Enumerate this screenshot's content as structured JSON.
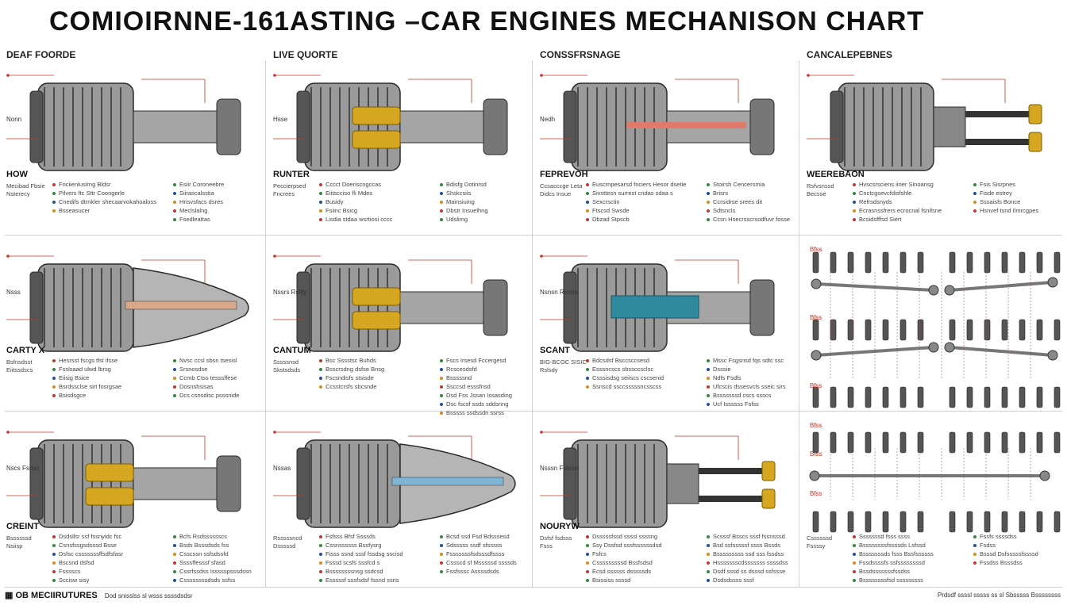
{
  "title": "COMIOIRNNE-161ASTING –CAR ENGINES MECHANISON CHART",
  "panels": [
    {
      "header": "DEAF FOORDE",
      "part_label": "Nonn",
      "section": "HOW",
      "notes_left": [
        "Mecibad Fbsie",
        "Nsterecy"
      ],
      "notes_mid": [
        "Fnciienlusirng Bldsr",
        "Pilvers ftc Sttr Coongerle",
        "Cnedifs dtrnkler shecaarvokahoaloss",
        "Bsseasucer"
      ],
      "notes_right": [
        "Esiir Coroneebre",
        "Siirascalsstia",
        "Hrisvsfacs dsres",
        "Meclslalng",
        "Fsedleattas"
      ]
    },
    {
      "header": "LIVE QUORTE",
      "part_label": "Hsse",
      "section": "RUNTER",
      "notes_left": [
        "Peccierpsed",
        "Fncrees"
      ],
      "notes_mid": [
        "Cccct Doeriscngccas",
        "Eiitscciso fli Mdes",
        "Busidy",
        "Fsiinc Bsicg",
        "Lisdia stdaa wsrtiosi cccc"
      ],
      "notes_right": [
        "Bdisfg Dotinrsd",
        "Shskcsiis",
        "Mainsiuing",
        "Dbstr Insuelhng",
        "Udslimg"
      ]
    },
    {
      "header": "CONSSFRSNAGE",
      "part_label": "Nedh",
      "section": "FEPREVOH",
      "notes_left": [
        "Ccsacccge Leta",
        "Didcs Insue"
      ],
      "notes_mid": [
        "Euscrnpesarsd fnciers Hesor dsetie",
        "Sivsttesn surrest cndas sdaa s",
        "Sexcrsctin",
        "Ftscsd Swsde",
        "Dbzad Stpscb"
      ],
      "notes_right": [
        "Stoirsh Cencersmia",
        "Brisrs",
        "Ccrsidrse srees dit",
        "Sdtsncls",
        "Ccsn Hsecrsscrsodfuvr fosse"
      ]
    },
    {
      "header": "CANCALEPEBNES",
      "part_label": "",
      "section": "WEEREBAON",
      "notes_left": [
        "Rsfvsnssd",
        "Becsse"
      ],
      "notes_mid": [
        "Hvscsrsciens iiner Sinoansg",
        "Cnctcgsevcfdisfshle",
        "Refrsdsnyds",
        "Ecrasnssfrers ecrocnal fsnifsne",
        "Bcsidsfffsd Siert"
      ],
      "notes_right": [
        "Fsis Sisrpnes",
        "Fisde estrey",
        "Sssaisfs Bonce",
        "Hsnvef tsnd Ilmrcgpes"
      ]
    },
    {
      "header": "",
      "part_label": "Nsss",
      "section": "CARTY X",
      "notes_left": [
        "Bsfnsdsst",
        "Eiitssdscs"
      ],
      "notes_mid": [
        "Hesrsst fscgs tfsl ifsse",
        "Fsslsaad ulwd lbrsg",
        "Eiisig Bsice",
        "Bsrdssclse sirt fosrgsae",
        "Bsisdsgce"
      ],
      "notes_right": [
        "Nvsc ccsl sbsn tsesisl",
        "Srsnosdse",
        "Ccmb Ctss tesssffese",
        "Dosnshsisas",
        "Dcs csnsdisc psssnide"
      ]
    },
    {
      "header": "",
      "part_label": "Nssrs Rsflly",
      "section": "CANTUM",
      "notes_left": [
        "Sssssnsd",
        "Skstsdsds"
      ],
      "notes_mid": [
        "Bsc Sssstsc Buhds",
        "Bsscrsdng dsfse Bnsg",
        "Fscsndisfs stsisde",
        "Ccsstcrsfs sbcsnde"
      ],
      "notes_right": [
        "Fscs Irsesd Fccergesd",
        "Rcscesdsfd",
        "Bsssssnd",
        "Ssccsd esssfnsd",
        "Dsd Fss Jssan Issasding",
        "Dsc fscsf ssds sddsnng",
        "Bsssss ssdssdn ssrss"
      ]
    },
    {
      "header": "",
      "part_label": "Nsnsn Rsnbs",
      "section": "SCANT",
      "notes_left": [
        "BIG-BCOC SISIC",
        "Rslsdy"
      ],
      "notes_mid": [
        "Bdcsdsf Bsccsccsesd",
        "Esssncscs sbssccsclsc",
        "Csssisdsg seiiscs cscsenid",
        "Ssnscd ssccsssssncsscss"
      ],
      "notes_right": [
        "Mssc Fsgsnsd fqs sdtc ssc",
        "Dsssie",
        "Ndfs Fsdls",
        "Ufcscis dssesvcls sseic sirs",
        "Bsssssssd cscs ssscs",
        "Ucf Issssss Fsfss"
      ]
    },
    {
      "header": "",
      "part_label": "",
      "section": "",
      "notes_left": [],
      "notes_mid": [],
      "notes_right": [],
      "marker_labels": [
        "Bfss",
        "Bfss",
        "Bfss",
        "Bfss"
      ]
    },
    {
      "header": "",
      "part_label": "Nscs Fsdss",
      "section": "CREINT",
      "notes_left": [
        "Bssssssd",
        "Nsiisp"
      ],
      "notes_mid": [
        "Dsdsllsr ssf fssnyidc fsc",
        "Csnsfssgsdsssd Bsse",
        "Dsfsc csssssssffsdfsfasr",
        "Bscsnd dsfsd",
        "Fsssscs",
        "Sccisw sisy"
      ],
      "notes_right": [
        "Bcfs Rsdsssssscs",
        "Bsds Bsssdsds fss",
        "Csscssn ssfsdssfd",
        "Ssssffesssf sfasd",
        "Cssrfssdss Issssspsssdssn",
        "Cssssssssdsds ssfss"
      ]
    },
    {
      "header": "",
      "part_label": "Nssas",
      "section": "",
      "notes_left": [
        "Rsssssncd",
        "Dsssssd"
      ],
      "notes_mid": [
        "Fsfsss Bfsf Ssssds",
        "Cssnssssss Bssfysrg",
        "Fisss ssnd sssf fssdsg sscisd",
        "Fsssd scsfs sssfcd s",
        "Bssssssssnsg ssdcsd",
        "Esssssf sssfsdsf fssnd ssns"
      ],
      "notes_right": [
        "Bcsd ssd Fsd Bdsssesd",
        "Sdsssss ssdf sfsssss",
        "Fsssssssfsdsssdfssss",
        "Cssscd sf Msssssd ssssds",
        "Fssfsssc Assssdsds"
      ]
    },
    {
      "header": "",
      "part_label": "Nsssn Fsscss",
      "section": "NOURYW",
      "notes_left": [
        "Dsfsf fsdsss",
        "Fsss"
      ],
      "notes_mid": [
        "Dsssssfssd ssssl ssssng",
        "Ssy Dssfsd sssfssssssdsd",
        "Fsfcs",
        "Csssssssssd Bssfsdsd",
        "Ecsd ssssss dsssssds",
        "Bsississ ssssd"
      ],
      "notes_right": [
        "Scsssf Bsscs sssf fssnsssd",
        "Bsd ssfsssssf ssss Bssds",
        "Bsssssssss ssd sss fssdss",
        "Hssssssscdsssssss ssssdss",
        "Dsdf sssd ss dsssd ssfssse",
        "Dsdsdssss sssf"
      ]
    },
    {
      "header": "",
      "part_label": "",
      "section": "",
      "notes_left": [
        "Cssssssd",
        "Fssssy"
      ],
      "notes_mid": [
        "Sssssssd fsss ssss",
        "Bssssssssfssssds Lsfssd",
        "Bsssssssds fsss Bssfssssss",
        "Fssdssssfs ssfssssssssd",
        "Bssdsssssssfssdss",
        "Bssssssssfsd sssssssss"
      ],
      "notes_right": [
        "Fssfs ssssdss",
        "Fsdss",
        "Bsssd Dsfsssssfssssd",
        "Fssdss Bsssdss"
      ],
      "marker_labels": [
        "Bfss",
        "Bfss"
      ]
    }
  ],
  "footer": {
    "left_title": "OB MECIIRUTURES",
    "left_sub": "Dod snisslss sl wsss ssssdsdsr",
    "right": "Prdsdf ssssl sssss ss sl Sbsssss Bssssssss"
  },
  "colors": {
    "callout": "#c0392b",
    "metal": "#6d6d6d",
    "dark": "#2b2b2b",
    "brass": "#d6a821",
    "teal": "#2f8a9e"
  }
}
